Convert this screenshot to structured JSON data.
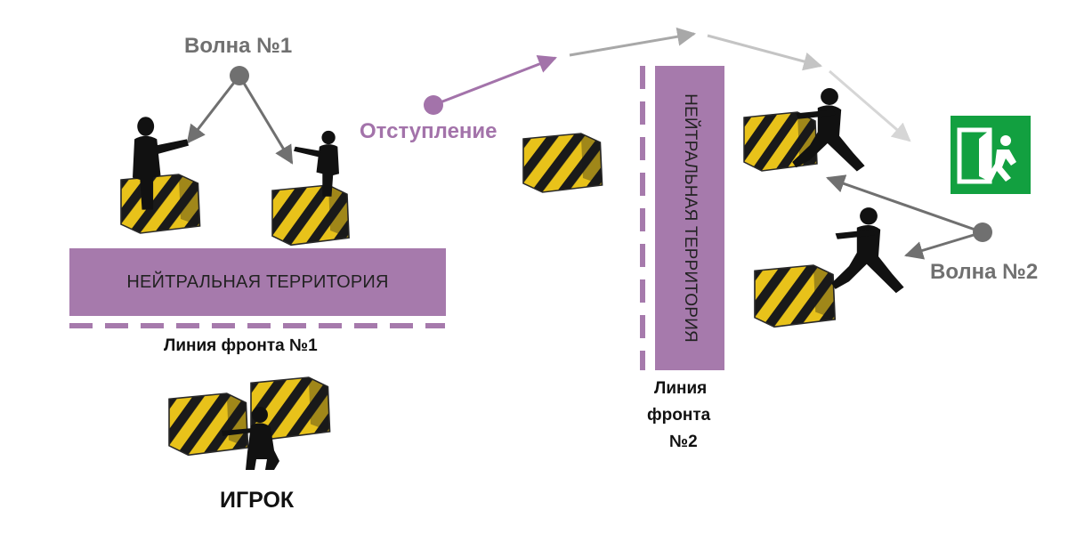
{
  "labels": {
    "wave1": "Волна №1",
    "wave2": "Волна №2",
    "retreat": "Отступление",
    "neutral_zone_1": "НЕЙТРАЛЬНАЯ ТЕРРИТОРИЯ",
    "neutral_zone_2": "НЕЙТРАЛЬНАЯ ТЕРРИТОРИЯ",
    "front_line_1": "Линия фронта №1",
    "front_line_2_a": "Линия",
    "front_line_2_b": "фронта",
    "front_line_2_c": "№2",
    "player": "ИГРОК"
  },
  "colors": {
    "zone": "#a67aac",
    "retreat": "#a373aa",
    "wave": "#707070",
    "exit_sign": "#12a040",
    "barrier_yellow": "#e8c21a",
    "barrier_black": "#1a1a1a",
    "silhouette": "#111111"
  },
  "icons": [
    "soldier-silhouette",
    "barrier-block",
    "emergency-exit-sign",
    "arrow"
  ]
}
